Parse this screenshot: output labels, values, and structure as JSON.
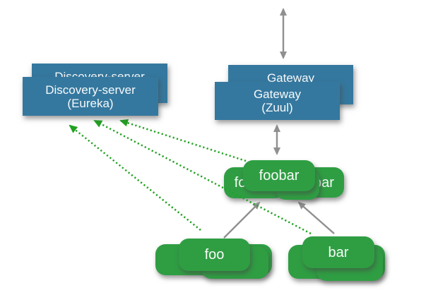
{
  "diagram": {
    "title": "microservices-architecture",
    "nodes": {
      "discovery": {
        "line1": "Discovery-server",
        "line2": "(Eureka)",
        "instances": 2,
        "shape": "rectangle",
        "color": "#35789f"
      },
      "gateway": {
        "line1": "Gateway",
        "line2": "(Zuul)",
        "instances": 2,
        "shape": "rectangle",
        "color": "#35789f"
      },
      "foobar": {
        "label": "foobar",
        "instances": 3,
        "shape": "rounded-rectangle",
        "color": "#2f9e43"
      },
      "foo": {
        "label": "foo",
        "instances": 3,
        "shape": "rounded-rectangle",
        "color": "#2f9e43"
      },
      "bar": {
        "label": "bar",
        "instances": 3,
        "shape": "rounded-rectangle",
        "color": "#2f9e43"
      }
    },
    "edges": [
      {
        "from": "external-top",
        "to": "gateway",
        "style": "solid",
        "direction": "both",
        "color": "#909090"
      },
      {
        "from": "foobar",
        "to": "gateway",
        "style": "solid",
        "direction": "both",
        "color": "#909090"
      },
      {
        "from": "foo",
        "to": "foobar",
        "style": "solid",
        "direction": "one-way",
        "color": "#909090"
      },
      {
        "from": "bar",
        "to": "foobar",
        "style": "solid",
        "direction": "one-way",
        "color": "#909090"
      },
      {
        "from": "foo",
        "to": "discovery",
        "style": "dotted",
        "direction": "one-way",
        "color": "#21a121"
      },
      {
        "from": "bar",
        "to": "discovery",
        "style": "dotted",
        "direction": "one-way",
        "color": "#21a121"
      },
      {
        "from": "foobar",
        "to": "discovery",
        "style": "dotted",
        "direction": "one-way",
        "color": "#21a121"
      }
    ],
    "colors": {
      "node_blue": "#35789f",
      "node_green": "#2f9e43",
      "arrow_gray": "#909090",
      "arrow_green": "#21a121",
      "label_text": "#ffffff",
      "background": "#ffffff"
    }
  }
}
